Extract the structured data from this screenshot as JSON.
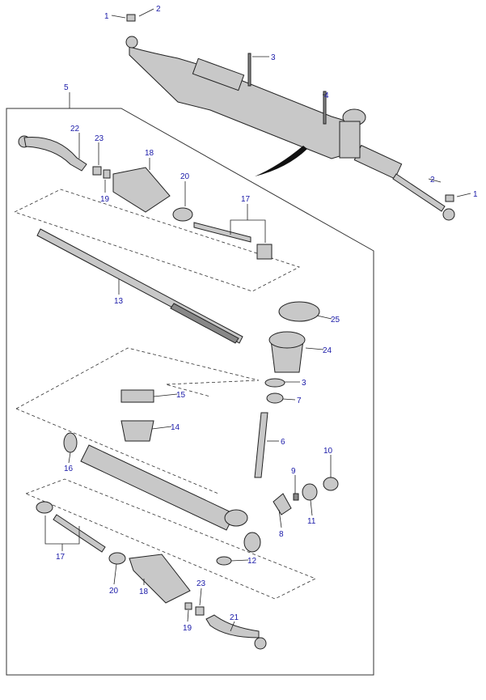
{
  "diagram": {
    "type": "exploded parts diagram",
    "colors": {
      "label": "#1a1aa8",
      "part_fill": "#c8c8c8",
      "outline": "#222222"
    },
    "labels": {
      "top_1": "1",
      "top_2": "2",
      "top_3": "3",
      "top_4": "4",
      "frame_5": "5",
      "l22": "22",
      "l23a": "23",
      "l18a": "18",
      "l20a": "20",
      "l19a": "19",
      "l17a": "17",
      "l13": "13",
      "right_2": "2",
      "right_1": "1",
      "l25": "25",
      "l24": "24",
      "l3b": "3",
      "l15": "15",
      "l7": "7",
      "l14": "14",
      "l6": "6",
      "l10": "10",
      "l16": "16",
      "l9": "9",
      "l11": "11",
      "l8": "8",
      "l12": "12",
      "l17b": "17",
      "l20b": "20",
      "l18b": "18",
      "l23b": "23",
      "l19b": "19",
      "l21": "21"
    }
  }
}
